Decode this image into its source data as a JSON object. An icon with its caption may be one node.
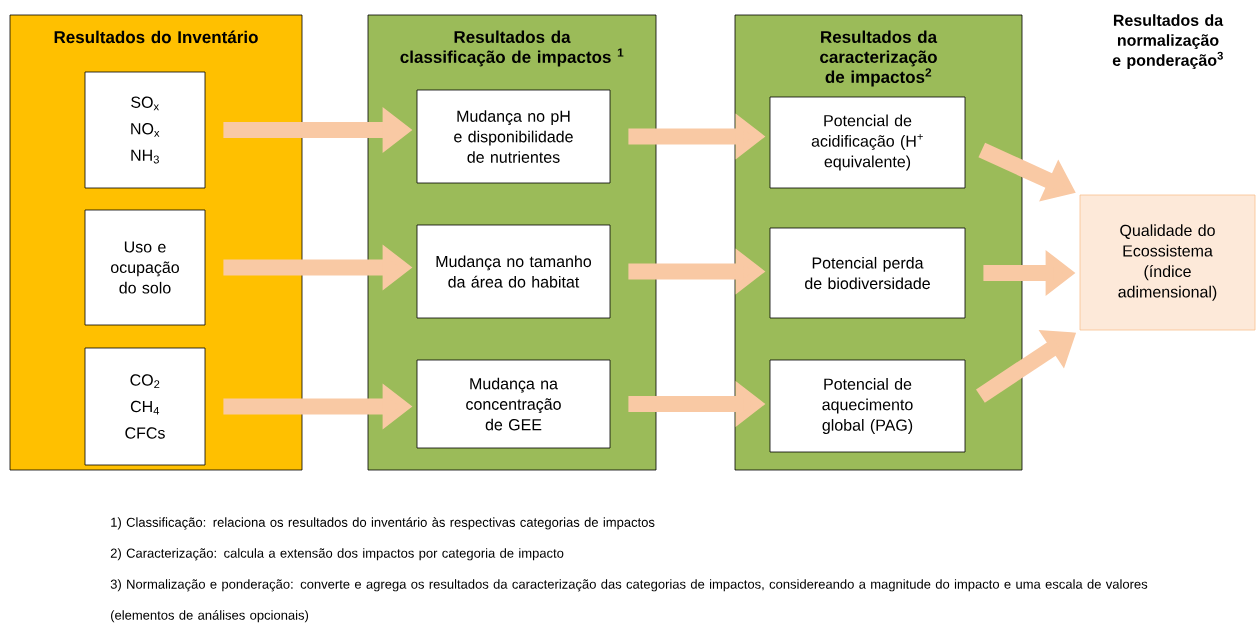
{
  "diagram": {
    "nodes": [
      {
        "text": [
          "Resultados do Inventário"
        ]
      },
      {
        "text": [
          "SO$_{x}$",
          "NO$_{x}$",
          "NH$_{3}$"
        ],
        "in": 0
      },
      {
        "text": [
          "Uso e ocupação do solo"
        ],
        "in": 0
      },
      {
        "text": [
          "CO$_{2}$",
          "CH$_{4}$",
          "CFCs"
        ],
        "in": 0
      },
      {
        "text": [
          "Resultados da classificação de impactos $^{1}$"
        ]
      },
      {
        "text": [
          "Mudança no pH e disponibilidade de nutrientes"
        ],
        "in": 4
      },
      {
        "text": [
          "Mudança no tamanho da área do habitat"
        ],
        "in": 4
      },
      {
        "text": [
          "Mudança na concentração de GEE"
        ],
        "in": 4
      },
      {
        "text": [
          "Resultados da caracterização de impactos$^{2}$"
        ]
      },
      {
        "text": [
          "Potencial de acidificação (H$^{+}$ equivalente)"
        ],
        "in": 8
      },
      {
        "text": [
          "Potencial perda de biodiversidade"
        ],
        "in": 8
      },
      {
        "text": [
          "Potencial de aquecimento global (PAG)"
        ],
        "in": 8
      },
      {
        "text": [
          "Qualidade do Ecossistema (índice adimensional)"
        ]
      }
    ],
    "edges": [
      {
        "from": 1,
        "to": 5,
        "arrow": "to"
      },
      {
        "from": 2,
        "to": 6,
        "arrow": "to"
      },
      {
        "from": 3,
        "to": 7,
        "arrow": "to"
      },
      {
        "from": 5,
        "to": 9,
        "arrow": "to"
      },
      {
        "from": 6,
        "to": 10,
        "arrow": "to"
      },
      {
        "from": 7,
        "to": 11,
        "arrow": "to"
      },
      {
        "from": 9,
        "to": 12,
        "arrow": "to"
      },
      {
        "from": 10,
        "to": 12,
        "arrow": "to"
      },
      {
        "from": 11,
        "to": 12,
        "arrow": "to"
      }
    ],
    "labels": [
      "Resultados da normalização e ponderação$^{3}$",
      "1) Classificação: relaciona os resultados do inventário às respectivas categorias de impactos",
      "2) Caracterização: calcula a extensão dos impactos por categoria de impacto",
      "3) Normalização e ponderação: converte e agrega os resultados da caracterização das categorias de impactos, considereando a magnitude do impacto e uma escala de valores (elementos de análises opcionais)"
    ]
  }
}
